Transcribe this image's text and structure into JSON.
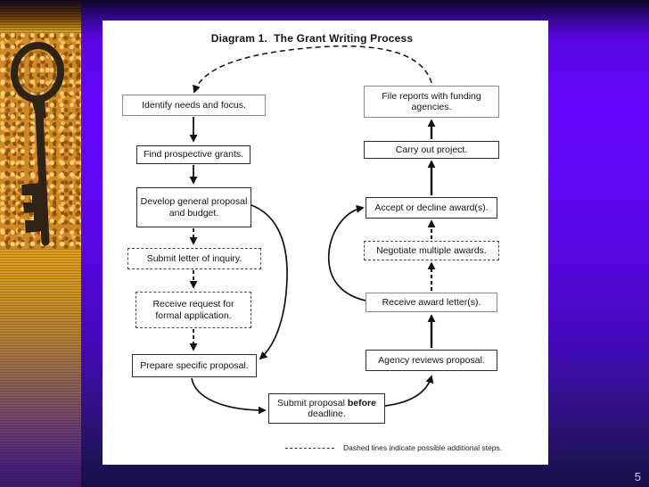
{
  "colors": {
    "background_violet": "#6005f2",
    "background_dark_bottom": "#1b0d49",
    "sidebar_gold": "#cf8826",
    "slide_background": "#ffffff",
    "box_border": "#2b2b2b",
    "diagram_text": "#141414",
    "page_number_color": "#cfc8ea"
  },
  "sidebar": {
    "image_description": "antique iron key on gold stone texture"
  },
  "slide": {
    "title": "Diagram 1.  The Grant Writing Process",
    "left_column": [
      {
        "label": "Identify needs and focus.",
        "style": "solid"
      },
      {
        "label": "Find prospective grants.",
        "style": "solid"
      },
      {
        "label": "Develop general proposal and budget.",
        "style": "solid"
      },
      {
        "label": "Submit letter of inquiry.",
        "style": "dashed"
      },
      {
        "label": "Receive request for formal application.",
        "style": "dashed"
      },
      {
        "label": "Prepare specific proposal.",
        "style": "solid"
      }
    ],
    "right_column": [
      {
        "label": "File reports with funding agencies.",
        "style": "solid"
      },
      {
        "label": "Carry out project.",
        "style": "solid"
      },
      {
        "label": "Accept or decline award(s).",
        "style": "solid"
      },
      {
        "label": "Negotiate multiple awards.",
        "style": "dashed"
      },
      {
        "label": "Receive award letter(s).",
        "style": "solid"
      },
      {
        "label": "Agency reviews proposal.",
        "style": "solid"
      }
    ],
    "bottom_box": {
      "pre": "Submit proposal ",
      "bold": "before",
      "post": " deadline."
    },
    "legend_text": "Dashed lines indicate possible additional steps.",
    "page_number": "5"
  }
}
